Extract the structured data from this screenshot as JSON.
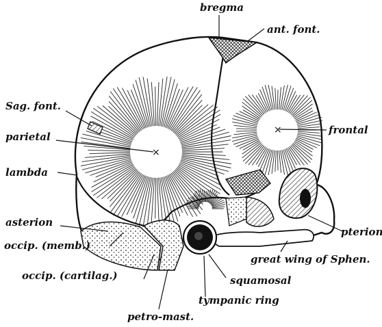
{
  "figure": {
    "labels": {
      "bregma": "bregma",
      "ant_font": "ant. font.",
      "sag_font": "Sag. font.",
      "parietal": "parietal",
      "frontal": "frontal",
      "lambda": "lambda",
      "asterion": "asterion",
      "pterion": "pterion",
      "occip_memb": "occip. (memb.)",
      "great_wing": "great wing of Sphen.",
      "occip_cartilag": "occip. (cartilag.)",
      "squamosal": "squamosal",
      "tympanic_ring": "tympanic ring",
      "petro_mast": "petro-mast."
    },
    "marks": {
      "parietal_center": "×",
      "frontal_center": "×"
    }
  }
}
